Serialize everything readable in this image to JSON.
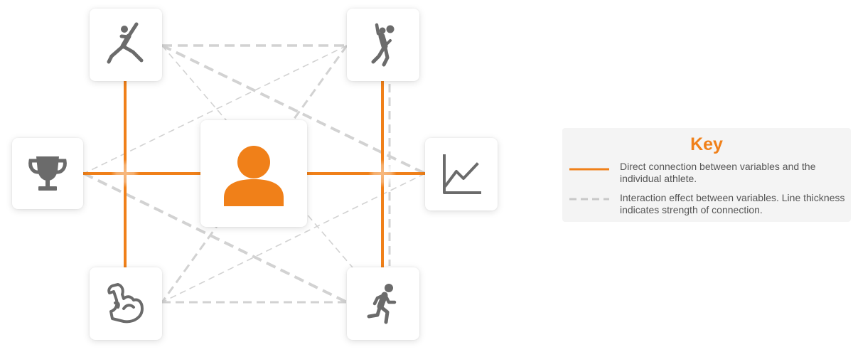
{
  "key": {
    "title": "Key",
    "direct_label": "Direct connection between variables and the individual athlete.",
    "interaction_label": "Interaction effect between variables. Line thickness indicates strength of connection."
  },
  "colors": {
    "accent": "#f08019",
    "dashed_line": "#d2d2d2",
    "icon_grey": "#6b6b6b",
    "key_background": "#f4f4f4"
  },
  "nodes": [
    {
      "id": "athlete",
      "icon": "person-icon"
    },
    {
      "id": "flexibility",
      "icon": "stretching-icon"
    },
    {
      "id": "skill",
      "icon": "volleyball-spike-icon"
    },
    {
      "id": "competition",
      "icon": "trophy-icon"
    },
    {
      "id": "performance",
      "icon": "line-chart-icon"
    },
    {
      "id": "strength",
      "icon": "flexed-bicep-icon"
    },
    {
      "id": "speed",
      "icon": "running-icon"
    }
  ]
}
